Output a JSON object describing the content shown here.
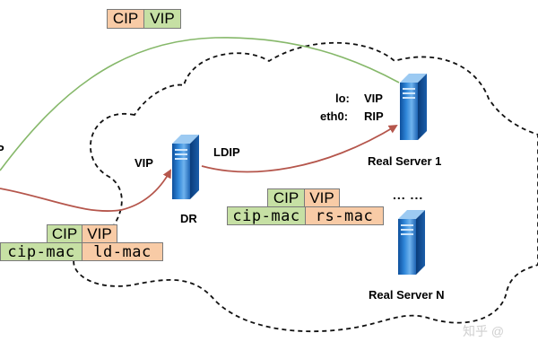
{
  "packets": {
    "top": {
      "cip": "CIP",
      "vip": "VIP"
    },
    "client_to_dr": {
      "cip": "CIP",
      "vip": "VIP",
      "cip_mac": "cip-mac",
      "ld_mac": "ld-mac"
    },
    "dr_to_rs": {
      "cip": "CIP",
      "vip": "VIP",
      "cip_mac": "cip-mac",
      "rs_mac": "rs-mac"
    }
  },
  "dr": {
    "name": "DR",
    "vip_label": "VIP",
    "ldip_label": "LDIP"
  },
  "real_server_1": {
    "name": "Real Server 1",
    "lo_key": "lo:",
    "lo_val": "VIP",
    "eth0_key": "eth0:",
    "eth0_val": "RIP"
  },
  "real_server_n": {
    "name": "Real Server N"
  },
  "ellipsis": "... ...",
  "left_edge_fragment": "P",
  "watermark": "知乎 @",
  "colors": {
    "request_arrow": "#b5564c",
    "response_arrow": "#86b86a",
    "packet_orange": "#f8cba6",
    "packet_green": "#c6e0a4",
    "server_blue": "#1e73c8"
  }
}
